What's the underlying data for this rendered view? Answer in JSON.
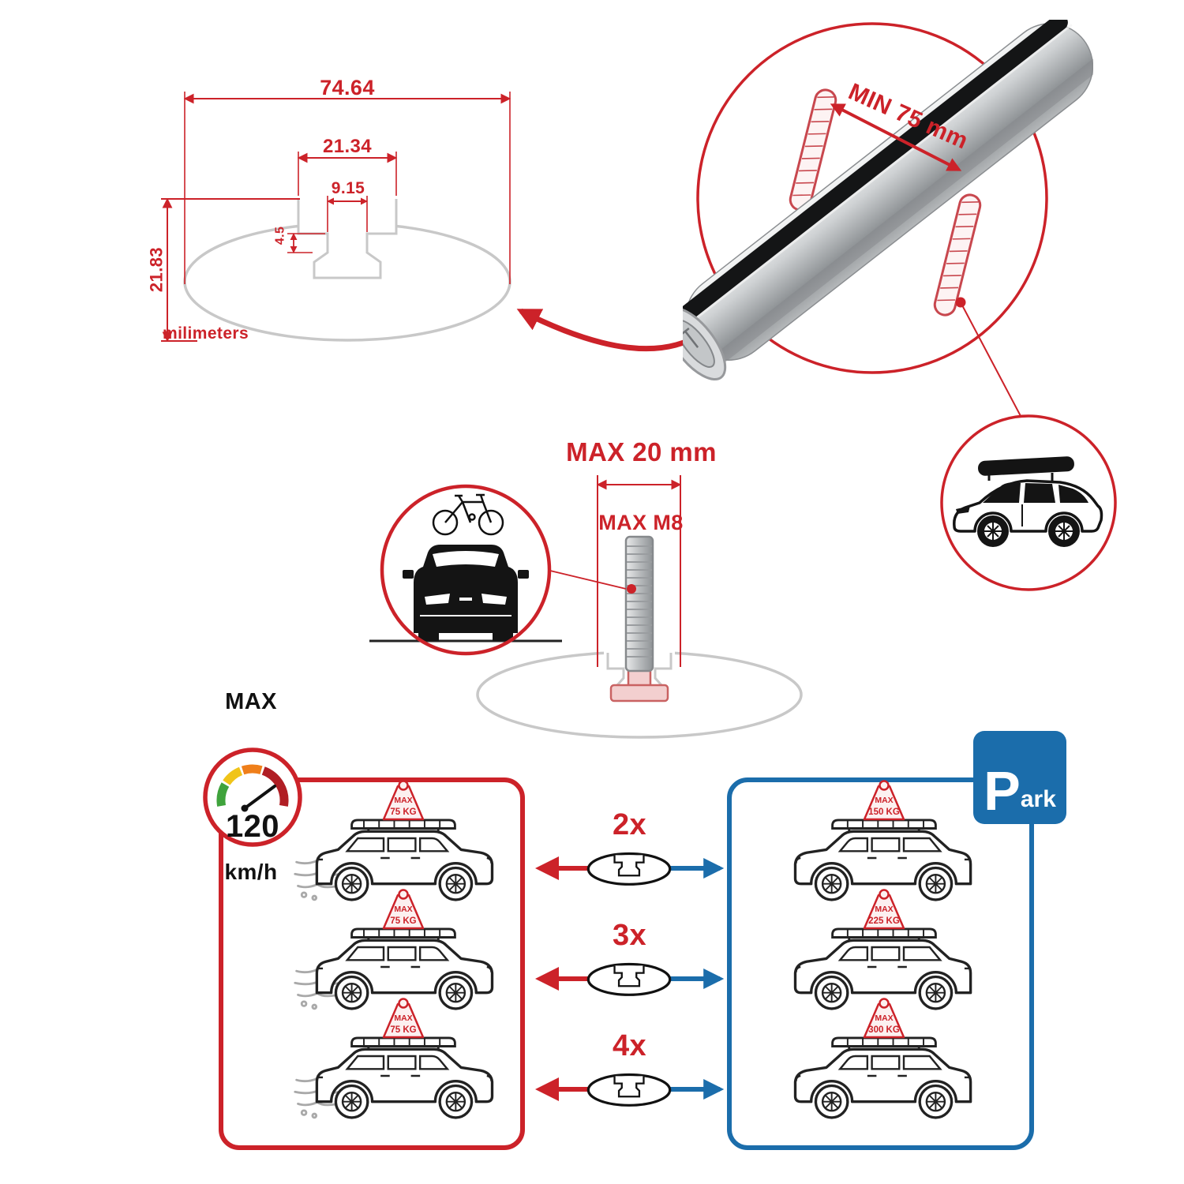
{
  "colors": {
    "red": "#cc2229",
    "blue": "#1b6dab",
    "gray": "#c8c8c8"
  },
  "tech_drawing": {
    "dim_total_width": "74.64",
    "dim_slot_width": "21.34",
    "dim_channel_width": "9.15",
    "dim_lip_height": "4.5",
    "dim_total_height": "21.83",
    "units": "milimeters"
  },
  "bar_callout": {
    "min_span": "MIN 75 mm"
  },
  "bolt_callout": {
    "max_width": "MAX 20 mm",
    "max_thread": "MAX M8"
  },
  "speed_gauge": {
    "title": "MAX",
    "value": "120",
    "unit": "km/h"
  },
  "park_sign": {
    "letter": "P",
    "suffix": "ark"
  },
  "crossbar_counts": [
    {
      "label": "2x"
    },
    {
      "label": "3x"
    },
    {
      "label": "4x"
    }
  ],
  "driving_cars": [
    {
      "tag_line1": "MAX",
      "tag_line2": "75 KG"
    },
    {
      "tag_line1": "MAX",
      "tag_line2": "75 KG"
    },
    {
      "tag_line1": "MAX",
      "tag_line2": "75 KG"
    }
  ],
  "parked_cars": [
    {
      "tag_line1": "MAX",
      "tag_line2": "150 KG"
    },
    {
      "tag_line1": "MAX",
      "tag_line2": "225 KG"
    },
    {
      "tag_line1": "MAX",
      "tag_line2": "300 KG"
    }
  ]
}
